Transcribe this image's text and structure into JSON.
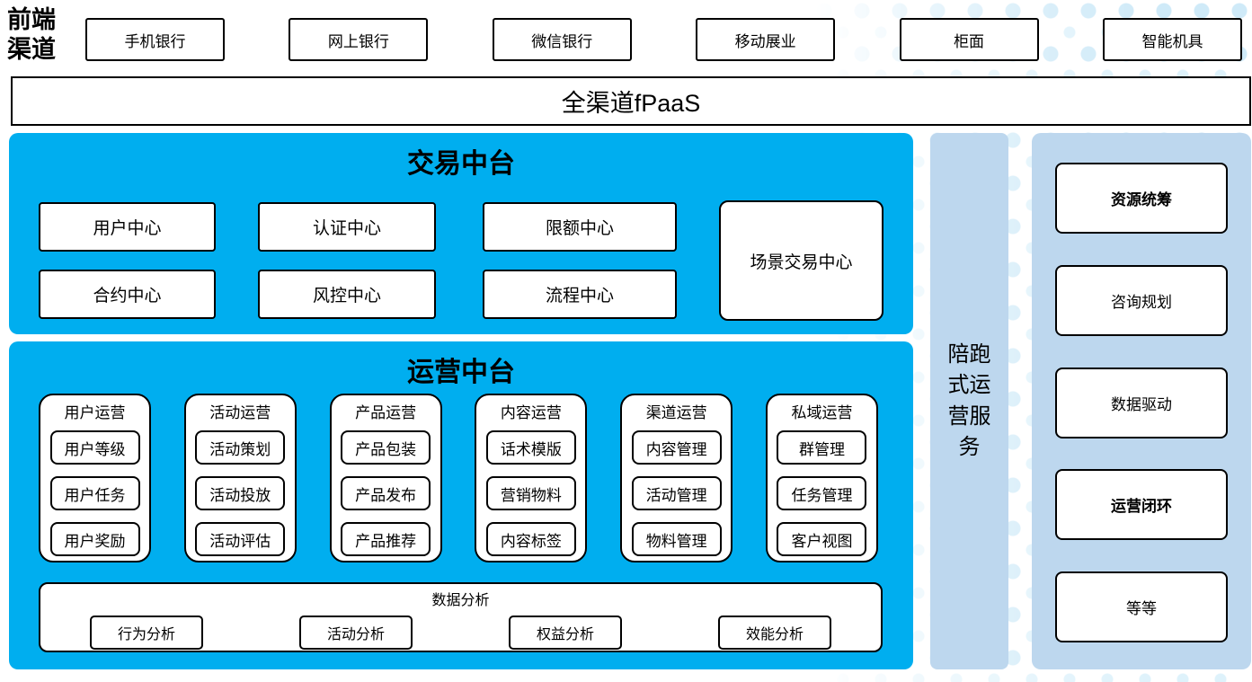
{
  "colors": {
    "platform_blue": "#00AEEF",
    "side_light_blue": "#BDD7EE",
    "dot_pattern_blue": "#CFEAF8",
    "border_black": "#000000"
  },
  "header": {
    "side_label": "前端渠道",
    "channels": [
      "手机银行",
      "网上银行",
      "微信银行",
      "移动展业",
      "柜面",
      "智能机具"
    ],
    "platform_bar": "全渠道fPaaS"
  },
  "transaction_platform": {
    "title": "交易中台",
    "centers_row1": [
      "用户中心",
      "认证中心",
      "限额中心"
    ],
    "centers_row2": [
      "合约中心",
      "风控中心",
      "流程中心"
    ],
    "scene_center": "场景交易中心"
  },
  "operations_platform": {
    "title": "运营中台",
    "columns": [
      {
        "title": "用户运营",
        "items": [
          "用户等级",
          "用户任务",
          "用户奖励"
        ]
      },
      {
        "title": "活动运营",
        "items": [
          "活动策划",
          "活动投放",
          "活动评估"
        ]
      },
      {
        "title": "产品运营",
        "items": [
          "产品包装",
          "产品发布",
          "产品推荐"
        ]
      },
      {
        "title": "内容运营",
        "items": [
          "话术模版",
          "营销物料",
          "内容标签"
        ]
      },
      {
        "title": "渠道运营",
        "items": [
          "内容管理",
          "活动管理",
          "物料管理"
        ]
      },
      {
        "title": "私域运营",
        "items": [
          "群管理",
          "任务管理",
          "客户视图"
        ]
      }
    ],
    "data_analysis": {
      "title": "数据分析",
      "items": [
        "行为分析",
        "活动分析",
        "权益分析",
        "效能分析"
      ]
    }
  },
  "side_service": {
    "label": "陪跑式运营服务"
  },
  "service_items": [
    {
      "label": "资源统筹",
      "bold": true
    },
    {
      "label": "咨询规划",
      "bold": false
    },
    {
      "label": "数据驱动",
      "bold": false
    },
    {
      "label": "运营闭环",
      "bold": true
    },
    {
      "label": "等等",
      "bold": false
    }
  ]
}
